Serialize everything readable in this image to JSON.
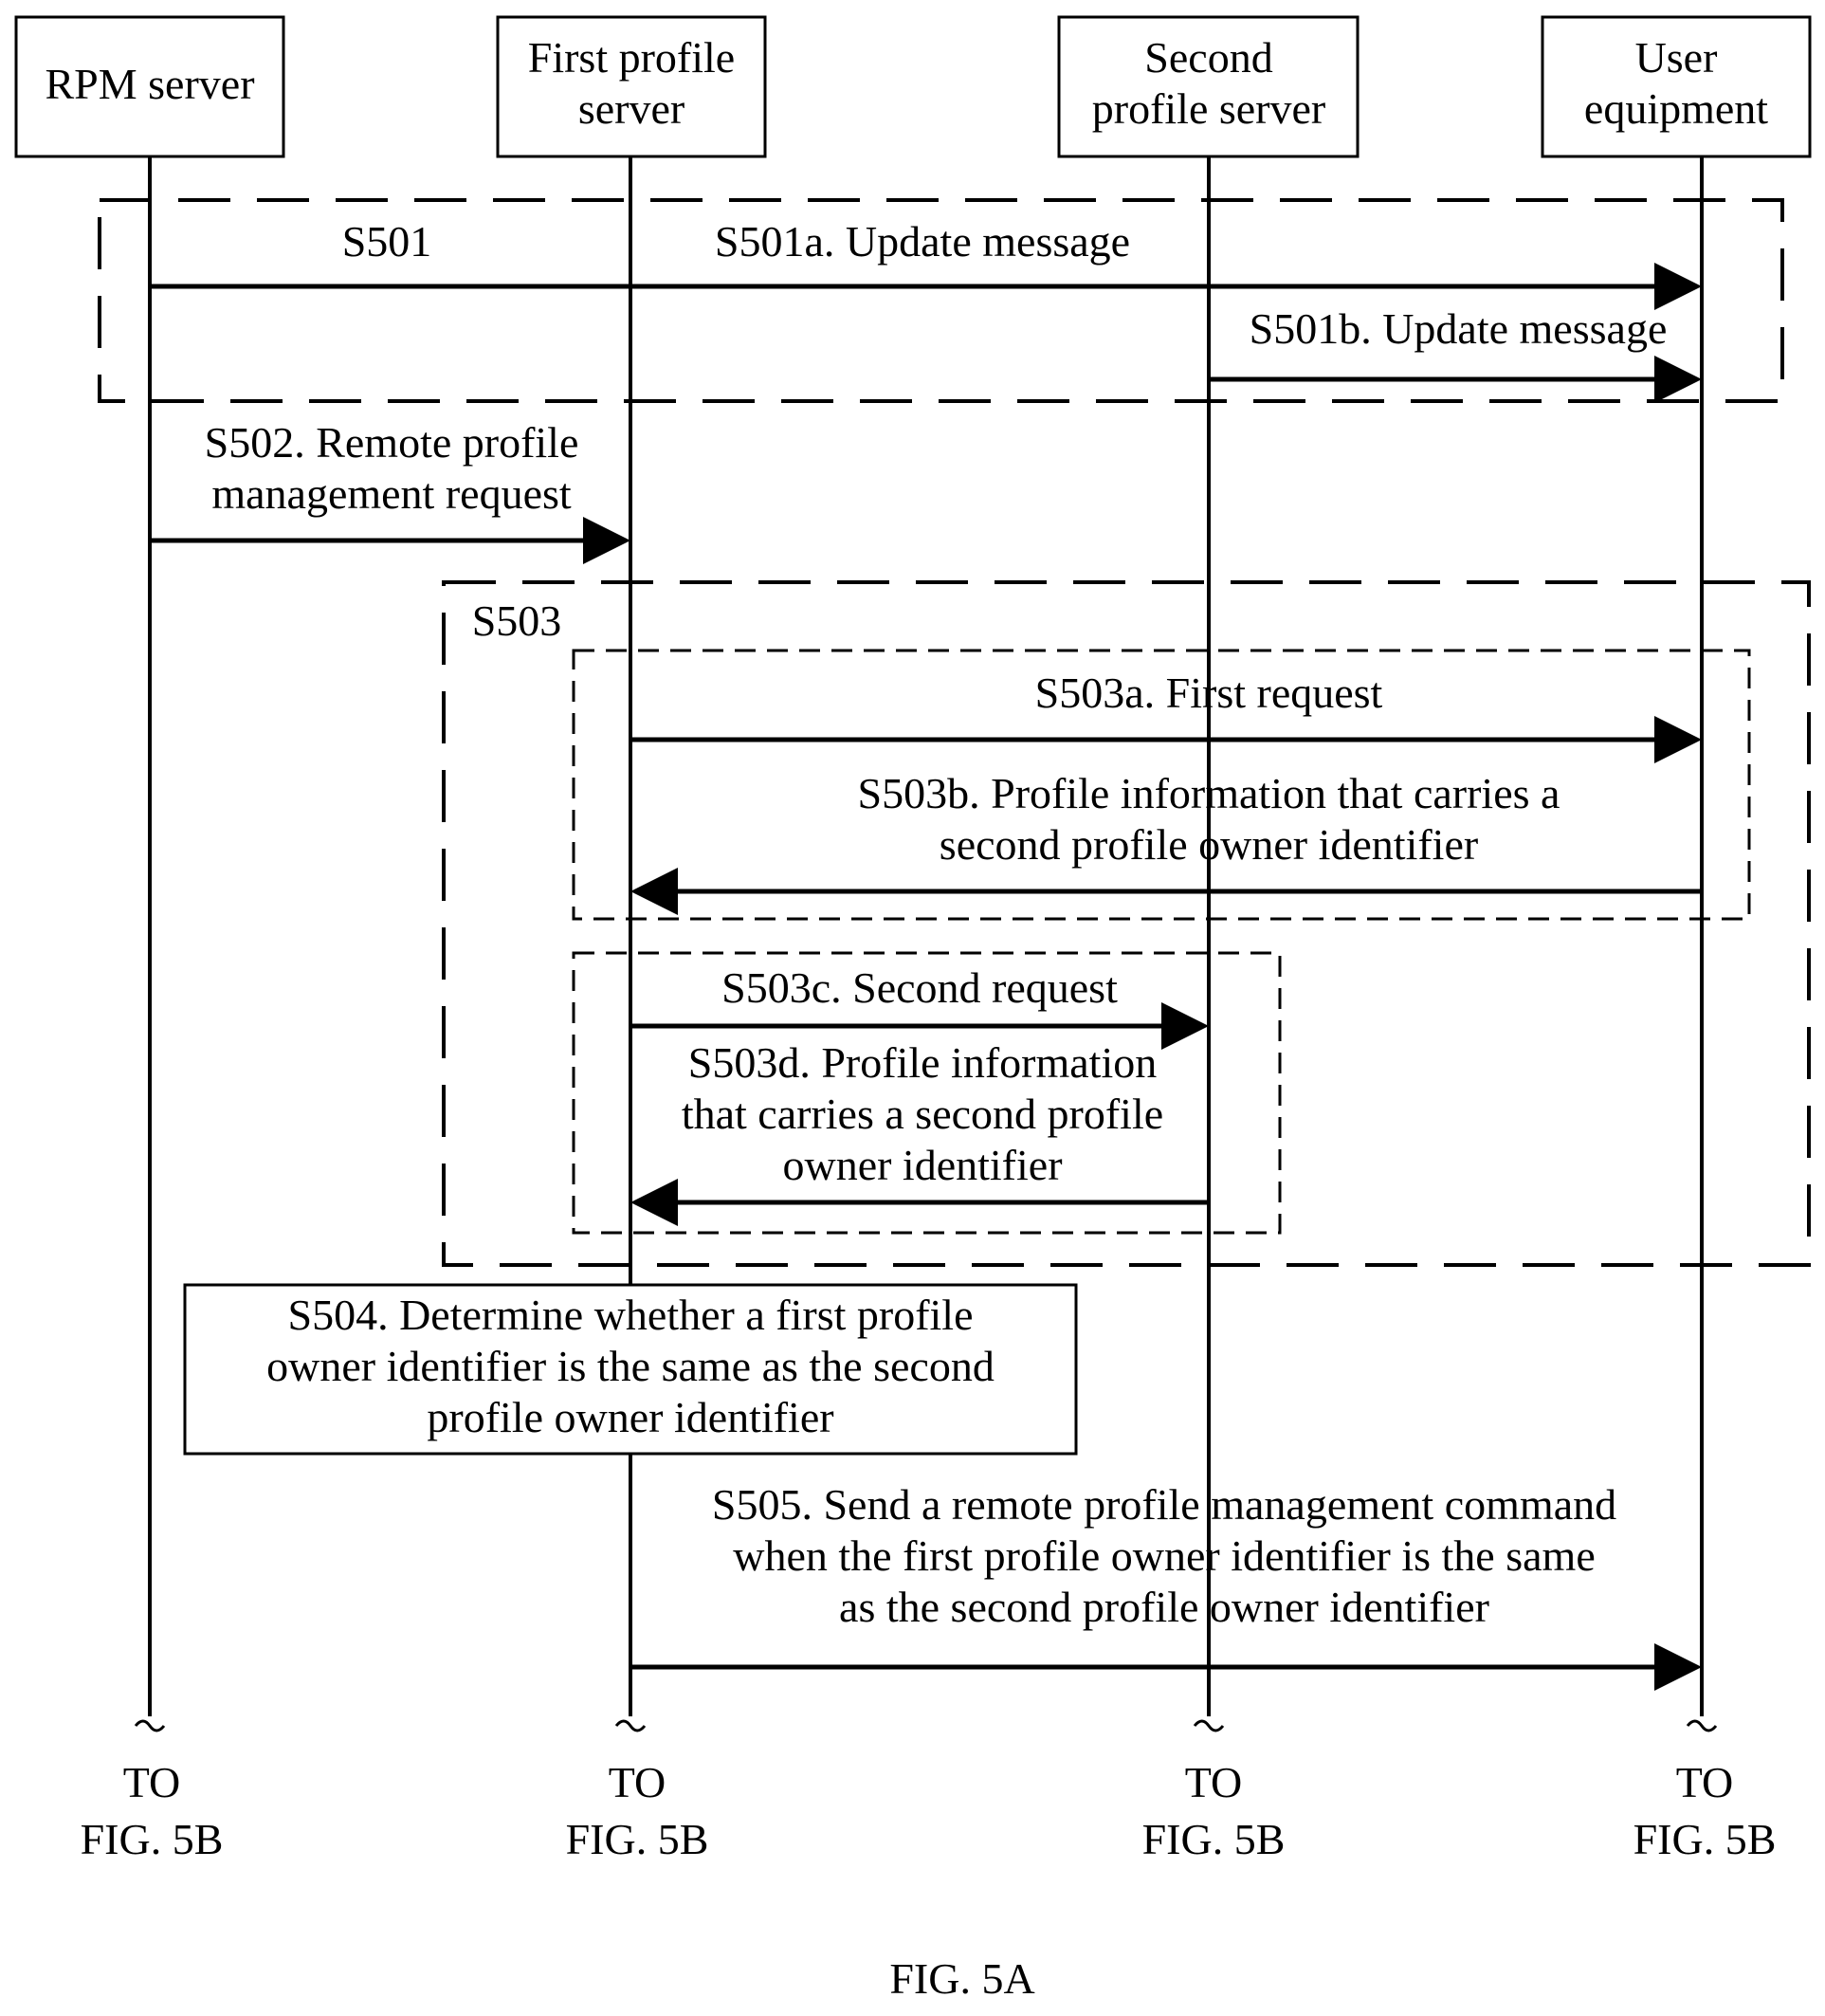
{
  "participants": [
    {
      "id": "rpm",
      "lines": [
        "RPM server"
      ]
    },
    {
      "id": "fps",
      "lines": [
        "First profile",
        "server"
      ]
    },
    {
      "id": "sps",
      "lines": [
        "Second",
        "profile server"
      ]
    },
    {
      "id": "ue",
      "lines": [
        "User",
        "equipment"
      ]
    }
  ],
  "groups": {
    "s501": "S501",
    "s503": "S503"
  },
  "messages": {
    "s501a": [
      "S501a. Update message"
    ],
    "s501b": [
      "S501b. Update message"
    ],
    "s502": [
      "S502. Remote profile",
      "management request"
    ],
    "s503a": [
      "S503a. First request"
    ],
    "s503b": [
      "S503b. Profile information that carries a",
      "second profile owner identifier"
    ],
    "s503c": [
      "S503c. Second request"
    ],
    "s503d": [
      "S503d. Profile information",
      "that carries a second profile",
      "owner identifier"
    ],
    "s505": [
      "S505. Send a remote profile management command",
      "when the first profile owner identifier is the same",
      "as the second profile owner identifier"
    ]
  },
  "process": {
    "s504": [
      "S504. Determine whether a first profile",
      "owner identifier is the same as the second",
      "profile owner identifier"
    ]
  },
  "continuation": {
    "line1": "TO",
    "line2": "FIG. 5B"
  },
  "figure_caption": "FIG. 5A"
}
